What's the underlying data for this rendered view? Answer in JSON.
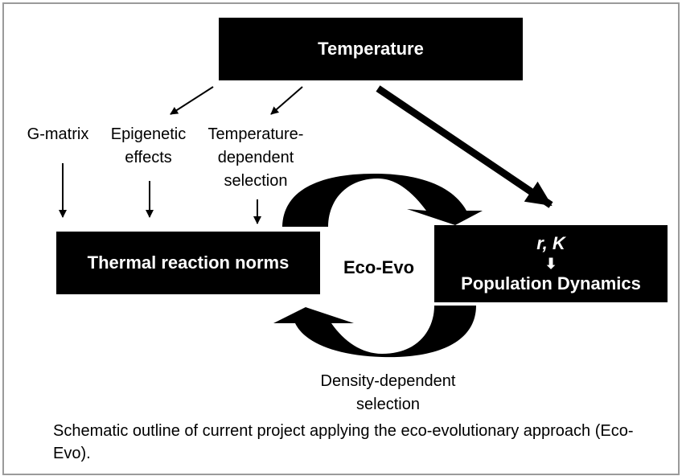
{
  "diagram": {
    "temperature": "Temperature",
    "thermal_norms": "Thermal reaction norms",
    "population_box": {
      "line1": "r, K",
      "arrow": "⬇",
      "line2": "Population Dynamics"
    },
    "center_label": "Eco-Evo",
    "inputs": [
      {
        "label": "G-matrix"
      },
      {
        "label": "Epigenetic effects"
      },
      {
        "label": "Temperature-dependent selection"
      }
    ],
    "density_label": "Density-dependent selection",
    "caption": "Schematic outline of current project applying the eco-evolutionary approach (Eco-Evo)."
  }
}
